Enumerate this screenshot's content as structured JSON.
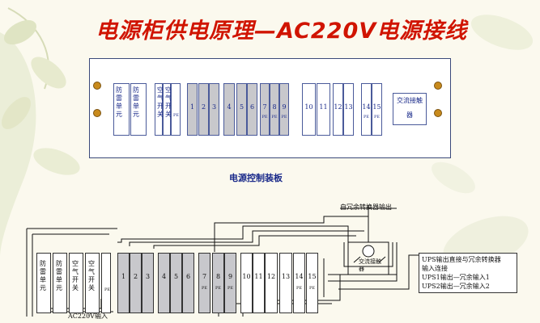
{
  "title": "电源柜供电原理—AC220V电源接线",
  "panel_caption": "电源控制装板",
  "panel_modules": [
    {
      "id": "m-surge1",
      "text": "防雷单元",
      "grey": false
    },
    {
      "id": "m-surge2",
      "text": "防雷单元",
      "grey": false
    },
    {
      "id": "m-air1",
      "text": "空气开关",
      "grey": false
    },
    {
      "id": "m-air2",
      "text": "空气开关",
      "grey": false
    },
    {
      "id": "m-pe0",
      "text": "PE",
      "grey": false,
      "small": true
    },
    {
      "id": "m-1",
      "num": "1",
      "grey": true
    },
    {
      "id": "m-2",
      "num": "2",
      "grey": true
    },
    {
      "id": "m-3",
      "num": "3",
      "grey": true
    },
    {
      "id": "m-4",
      "num": "4",
      "grey": true
    },
    {
      "id": "m-5",
      "num": "5",
      "grey": true
    },
    {
      "id": "m-6",
      "num": "6",
      "grey": true
    },
    {
      "id": "m-7",
      "num": "7",
      "pe": "PE",
      "grey": true
    },
    {
      "id": "m-8",
      "num": "8",
      "pe": "PE",
      "grey": true
    },
    {
      "id": "m-9",
      "num": "9",
      "pe": "PE",
      "grey": true
    },
    {
      "id": "m-10",
      "num": "10",
      "grey": false
    },
    {
      "id": "m-11",
      "num": "11",
      "grey": false
    },
    {
      "id": "m-12",
      "num": "12",
      "grey": false
    },
    {
      "id": "m-13",
      "num": "13",
      "grey": false
    },
    {
      "id": "m-14",
      "num": "14",
      "pe": "PE",
      "grey": false
    },
    {
      "id": "m-15",
      "num": "15",
      "pe": "PE",
      "grey": false
    }
  ],
  "contactor_label": "交流接触器",
  "redundant_output_label": "自冗余转换器输出",
  "contactor_label_lower": "交流接触器",
  "ac_input_label": "AC220V输入",
  "info_lines": [
    "UPS输出直接与冗余转换器",
    "输入连接",
    "UPS1输出—冗余输入1",
    "UPS2输出—冗余输入2"
  ],
  "colors": {
    "title": "#d01400",
    "panel_border": "#3b4a7a",
    "module_grey": "#c8c8cc",
    "text_blue": "#1a2a8a"
  }
}
